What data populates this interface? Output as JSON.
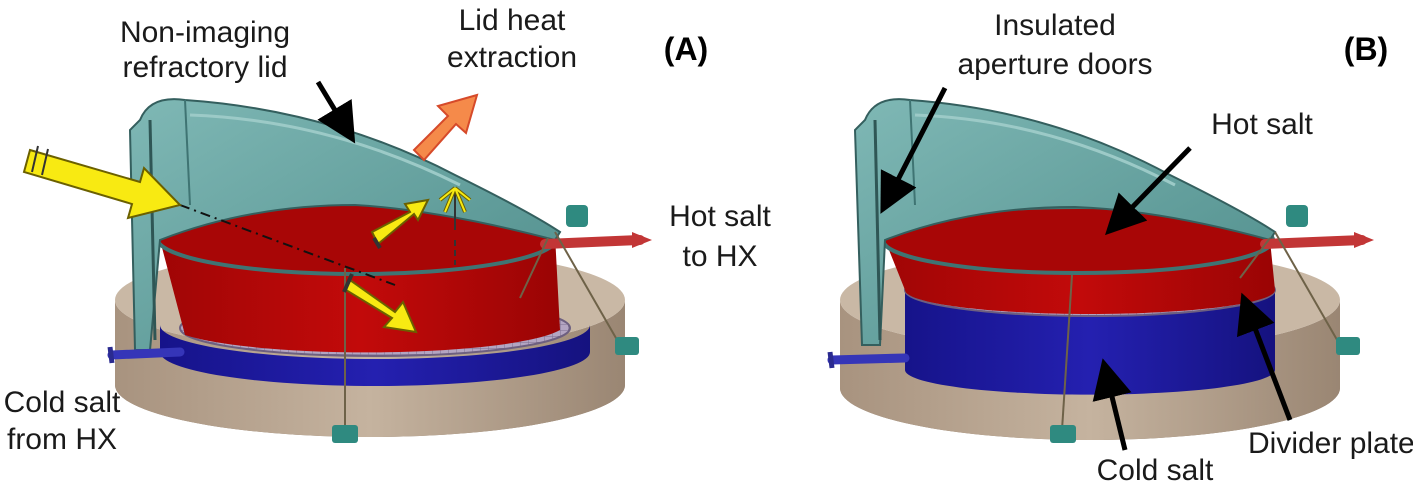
{
  "panels": {
    "a": {
      "letter": "(A)"
    },
    "b": {
      "letter": "(B)"
    }
  },
  "labels_a": {
    "lid_line1": "Non-imaging",
    "lid_line2": "refractory lid",
    "heat_line1": "Lid heat",
    "heat_line2": "extraction",
    "hot_line1": "Hot salt",
    "hot_line2": "to HX",
    "cold_line1": "Cold salt",
    "cold_line2": "from HX"
  },
  "labels_b": {
    "doors_line1": "Insulated",
    "doors_line2": "aperture doors",
    "hot": "Hot salt",
    "divider": "Divider plate",
    "cold": "Cold salt"
  },
  "colors": {
    "lid": "#5a9a98",
    "lid_dark": "#3f7473",
    "base": "#b09c88",
    "base_dark": "#8c7a68",
    "hot_salt": "#b40606",
    "cold_salt": "#1d1aa0",
    "divider": "#a89ab8",
    "solar_arrow": "#f8ea12",
    "heat_arrow": "#f58a4a",
    "pipe_hot": "#c23636",
    "pipe_cold": "#3535b8"
  }
}
